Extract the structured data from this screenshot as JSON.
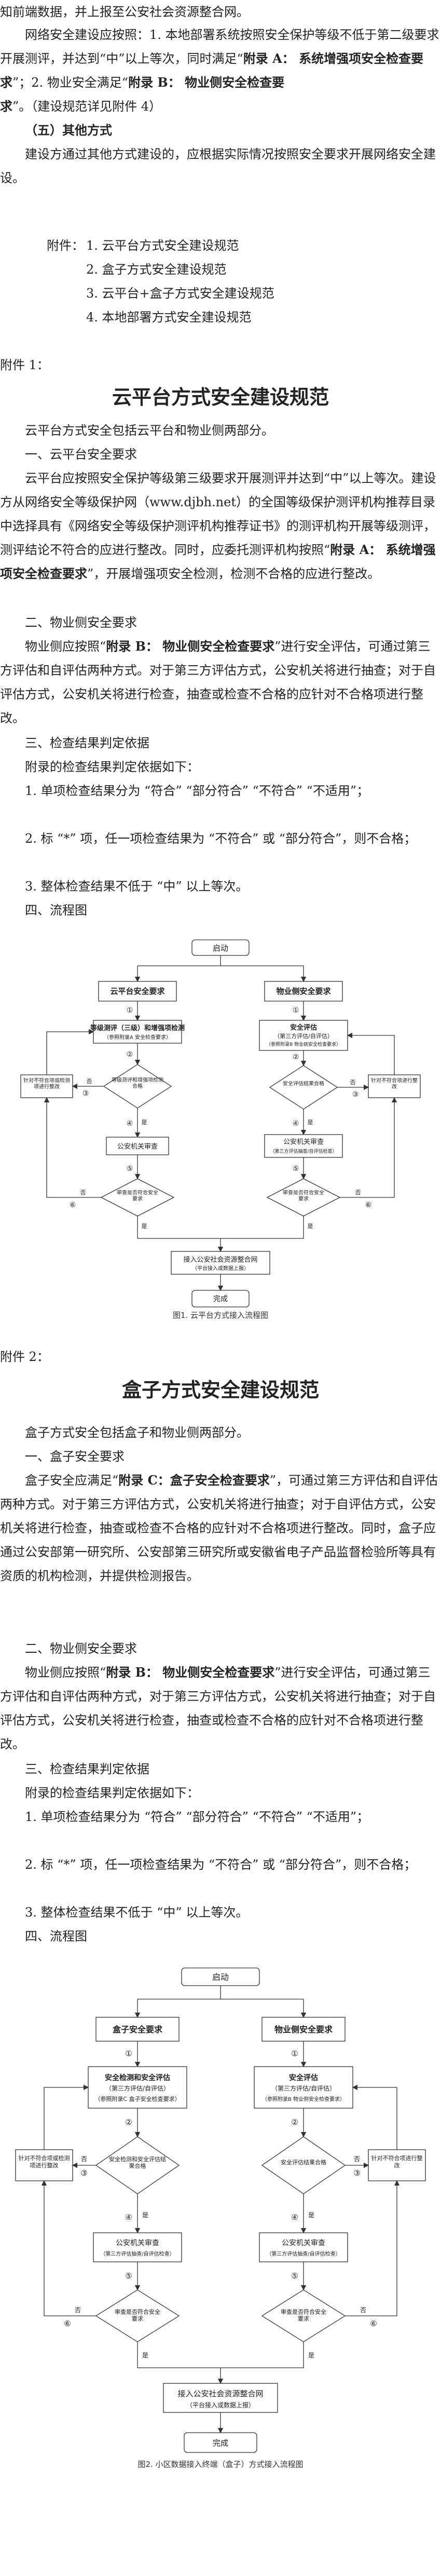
{
  "intro": {
    "line0": "知前端数据，并上报至公安社会资源整合网。",
    "p1a": "网络安全建设应按照：1. 本地部署系统按照安全保护等级不低于第二级要求开展测评，并达到“中”以上等次，同时满足“",
    "p1_bold1": "附录 A： 系统增强项安全检查要求",
    "p1b": "”；2. 物业安全满足“",
    "p1_bold2": "附录 B： 物业侧安全检查要求",
    "p1c": "”。（建设规范详见附件 4）",
    "h5": "（五）其他方式",
    "p2": "建设方通过其他方式建设的，应根据实际情况按照安全要求开展网络安全建设。"
  },
  "attachments": {
    "label": "附件：",
    "items": [
      "1. 云平台方式安全建设规范",
      "2. 盒子方式安全建设规范",
      "3. 云平台+盒子方式安全建设规范",
      "4. 本地部署方式安全建设规范"
    ]
  },
  "annex1": {
    "label": "附件 1：",
    "title": "云平台方式安全建设规范",
    "intro": "云平台方式安全包括云平台和物业侧两部分。",
    "h1": "一、云平台安全要求",
    "p1": "云平台应按照安全保护等级第三级要求开展测评并达到“中”以上等次。建设方从网络安全等级保护网（www.djbh.net）的全国等级保护测评机构推荐目录中选择具有《网络安全等级保护测评机构推荐证书》的测评机构开展等级测评，测评结论不符合的应进行整改。同时，应委托测评机构按照“",
    "p1_bold": "附录 A： 系统增强项安全检查要求",
    "p1_tail": "”，开展增强项安全检测，检测不合格的应进行整改。",
    "h2": "二、物业侧安全要求",
    "p2a": "物业侧应按照“",
    "p2_bold": "附录 B： 物业侧安全检查要求",
    "p2b": "”进行安全评估，可通过第三方评估和自评估两种方式。对于第三方评估方式，公安机关将进行抽查；对于自评估方式，公安机关将进行检查，抽查或检查不合格的应针对不合格项进行整改。",
    "h3": "三、检查结果判定依据",
    "p3": "附录的检查结果判定依据如下：",
    "r1": "1. 单项检查结果分为 “符合” “部分符合” “不符合” “不适用”；",
    "r2": "2. 标 “*” 项，任一项检查结果为 “不符合” 或 “部分符合”，则不合格；",
    "r3": "3. 整体检查结果不低于 “中” 以上等次。",
    "h4": "四、流程图",
    "caption": "图1. 云平台方式接入流程图"
  },
  "flow1": {
    "start": "启动",
    "left_head": "云平台安全要求",
    "right_head": "物业侧安全要求",
    "l_test": "等级测评（三级）和增强项检测",
    "l_test_sub": "（参照附录A 安全检查要求）",
    "l_pass_q": "等级测评和增强项检测合格",
    "l_police": "公安机关审查",
    "l_fix": "针对不符合项或检测项进行整改",
    "r_eval": "安全评估",
    "r_eval_sub1": "（第三方评估/自评估）",
    "r_eval_sub2": "（参照附录B 物业侧安全检查要求）",
    "r_pass_q": "安全评估结果合格",
    "r_police": "公安机关审查",
    "r_police_sub": "（第三方评估抽查/自评估检查）",
    "r_fix": "针对不符合项进行整改",
    "check_q": "审查是否符合安全要求",
    "yes": "是",
    "no": "否",
    "join": "接入公安社会资源整合网",
    "join_sub": "（平台接入或数据上报）",
    "done": "完成",
    "n1": "①",
    "n2": "②",
    "n3": "③",
    "n4": "④",
    "n5": "⑤",
    "n6": "⑥"
  },
  "annex2": {
    "label": "附件 2：",
    "title": "盒子方式安全建设规范",
    "intro": "盒子方式安全包括盒子和物业侧两部分。",
    "h1": "一、盒子安全要求",
    "p1a": "盒子安全应满足“",
    "p1_bold": "附录 C：盒子安全检查要求",
    "p1b": "”，可通过第三方评估和自评估两种方式。对于第三方评估方式，公安机关将进行抽查；对于自评估方式，公安机关将进行检查，抽查或检查不合格的应针对不合格项进行整改。同时，盒子应通过公安部第一研究所、公安部第三研究所或安徽省电子产品监督检验所等具有资质的机构检测，并提供检测报告。",
    "h2": "二、物业侧安全要求",
    "p2a": "物业侧应按照“",
    "p2_bold": "附录 B： 物业侧安全检查要求",
    "p2b": "”进行安全评估，可通过第三方评估和自评估两种方式，对于第三方评估方式，公安机关将进行抽查；对于自评估方式，公安机关将进行检查，抽查或检查不合格的应针对不合格项进行整改。",
    "h3": "三、检查结果判定依据",
    "p3": "附录的检查结果判定依据如下：",
    "r1": "1. 单项检查结果分为 “符合” “部分符合” “不符合” “不适用”；",
    "r2": "2. 标 “*” 项，任一项检查结果为 “不符合” 或 “部分符合”，则不合格；",
    "r3": "3. 整体检查结果不低于 “中” 以上等次。",
    "h4": "四、流程图",
    "caption": "图2. 小区数据接入终端（盒子）方式接入流程图"
  },
  "flow2": {
    "start": "启动",
    "left_head": "盒子安全要求",
    "right_head": "物业侧安全要求",
    "l_eval": "安全检测和安全评估",
    "l_eval_sub1": "（第三方评估/自评估）",
    "l_eval_sub2": "（参照附录C 盒子安全检查要求）",
    "l_pass_q": "安全检测和安全评估结果合格",
    "l_police": "公安机关审查",
    "l_police_sub": "（第三方评估抽查/自评估检查）",
    "l_fix": "针对不符合项或检测项进行整改",
    "r_eval": "安全评估",
    "r_eval_sub1": "（第三方评估/自评估）",
    "r_eval_sub2": "（参照附录B 物业侧安全检查要求）",
    "r_pass_q": "安全评估结果合格",
    "r_police": "公安机关审查",
    "r_police_sub": "（第三方评估抽查/自评估检查）",
    "r_fix": "针对不符合项进行整改",
    "check_q": "审查是否符合安全要求",
    "yes": "是",
    "no": "否",
    "join": "接入公安社会资源整合网",
    "join_sub": "（平台接入或数据上报）",
    "done": "完成",
    "n1": "①",
    "n2": "②",
    "n3": "③",
    "n4": "④",
    "n5": "⑤",
    "n6": "⑥"
  }
}
